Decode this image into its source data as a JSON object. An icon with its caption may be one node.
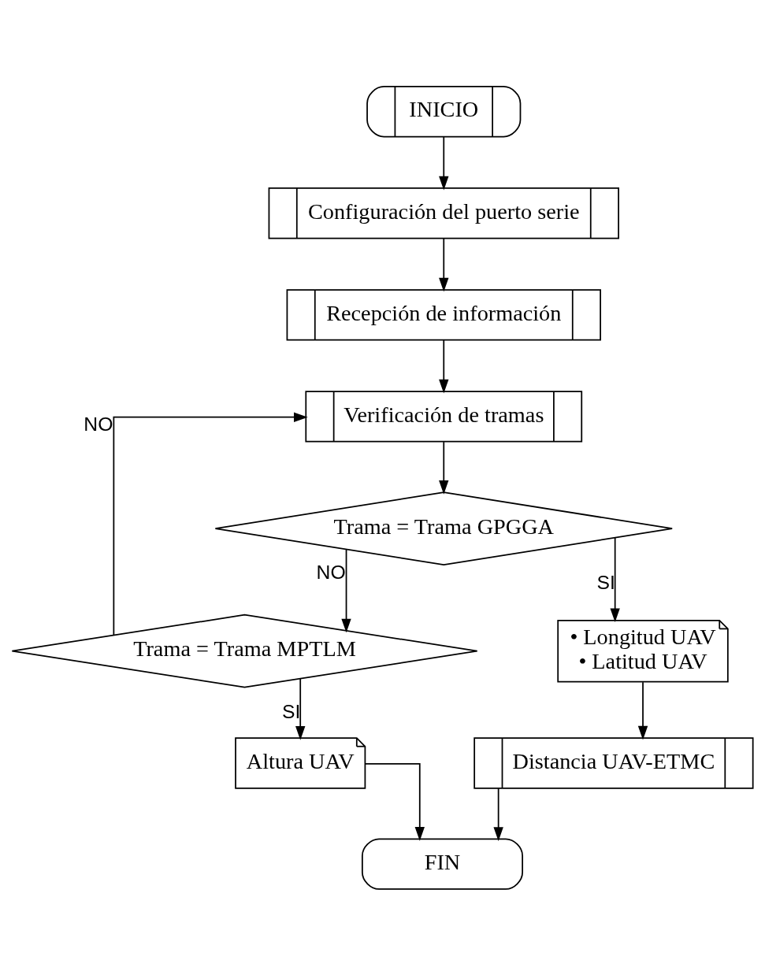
{
  "diagram": {
    "nodes": [
      {
        "text": [
          "INICIO"
        ]
      },
      {
        "text": [
          "Configuración del puerto serie"
        ]
      },
      {
        "text": [
          "Recepción de información"
        ]
      },
      {
        "text": [
          "Verificación de tramas"
        ]
      },
      {
        "text": [
          "Trama = Trama GPGGA"
        ]
      },
      {
        "text": [
          "Trama = Trama MPTLM"
        ]
      },
      {
        "text": [
          "• Longitud UAV",
          "• Latitud UAV"
        ]
      },
      {
        "text": [
          "Distancia UAV-ETMC"
        ]
      },
      {
        "text": [
          "Altura UAV"
        ]
      },
      {
        "text": [
          "FIN"
        ]
      }
    ],
    "edges": [
      {
        "from": 0,
        "to": 1,
        "arrow": "to"
      },
      {
        "from": 1,
        "to": 2,
        "arrow": "to"
      },
      {
        "from": 2,
        "to": 3,
        "arrow": "to"
      },
      {
        "from": 3,
        "to": 4,
        "arrow": "to"
      },
      {
        "from": 4,
        "to": 5,
        "arrow": "to",
        "label": "NO"
      },
      {
        "from": 4,
        "to": 6,
        "arrow": "to",
        "label": "SI"
      },
      {
        "from": 5,
        "to": 3,
        "arrow": "to",
        "label": "NO"
      },
      {
        "from": 5,
        "to": 8,
        "arrow": "to",
        "label": "SI"
      },
      {
        "from": 6,
        "to": 7,
        "arrow": "to"
      },
      {
        "from": 8,
        "to": 9,
        "arrow": "to"
      },
      {
        "from": 7,
        "to": 9,
        "arrow": "to"
      }
    ]
  }
}
